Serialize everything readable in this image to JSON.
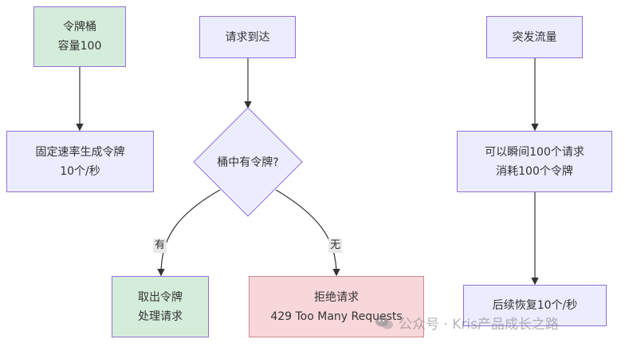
{
  "nodes": {
    "bucket_line1": "令牌桶",
    "bucket_line2": "容量100",
    "fixed_rate_line1": "固定速率生成令牌",
    "fixed_rate_line2": "10个/秒",
    "request_arrives": "请求到达",
    "decision": "桶中有令牌?",
    "take_token_line1": "取出令牌",
    "take_token_line2": "处理请求",
    "reject_line1": "拒绝请求",
    "reject_line2": "429 Too Many Requests",
    "burst": "突发流量",
    "instant_line1": "可以瞬间100个请求",
    "instant_line2": "消耗100个令牌",
    "recover": "后续恢复10个/秒"
  },
  "edge_labels": {
    "yes": "有",
    "no": "无"
  },
  "watermark": {
    "text": "公众号 · Kris产品成长之路",
    "icon": "wechat-icon"
  },
  "colors": {
    "node_fill": "#ececff",
    "node_border": "#9370db",
    "green_fill": "#d4edda",
    "pink_fill": "#f8d7da",
    "edge": "#333333"
  }
}
